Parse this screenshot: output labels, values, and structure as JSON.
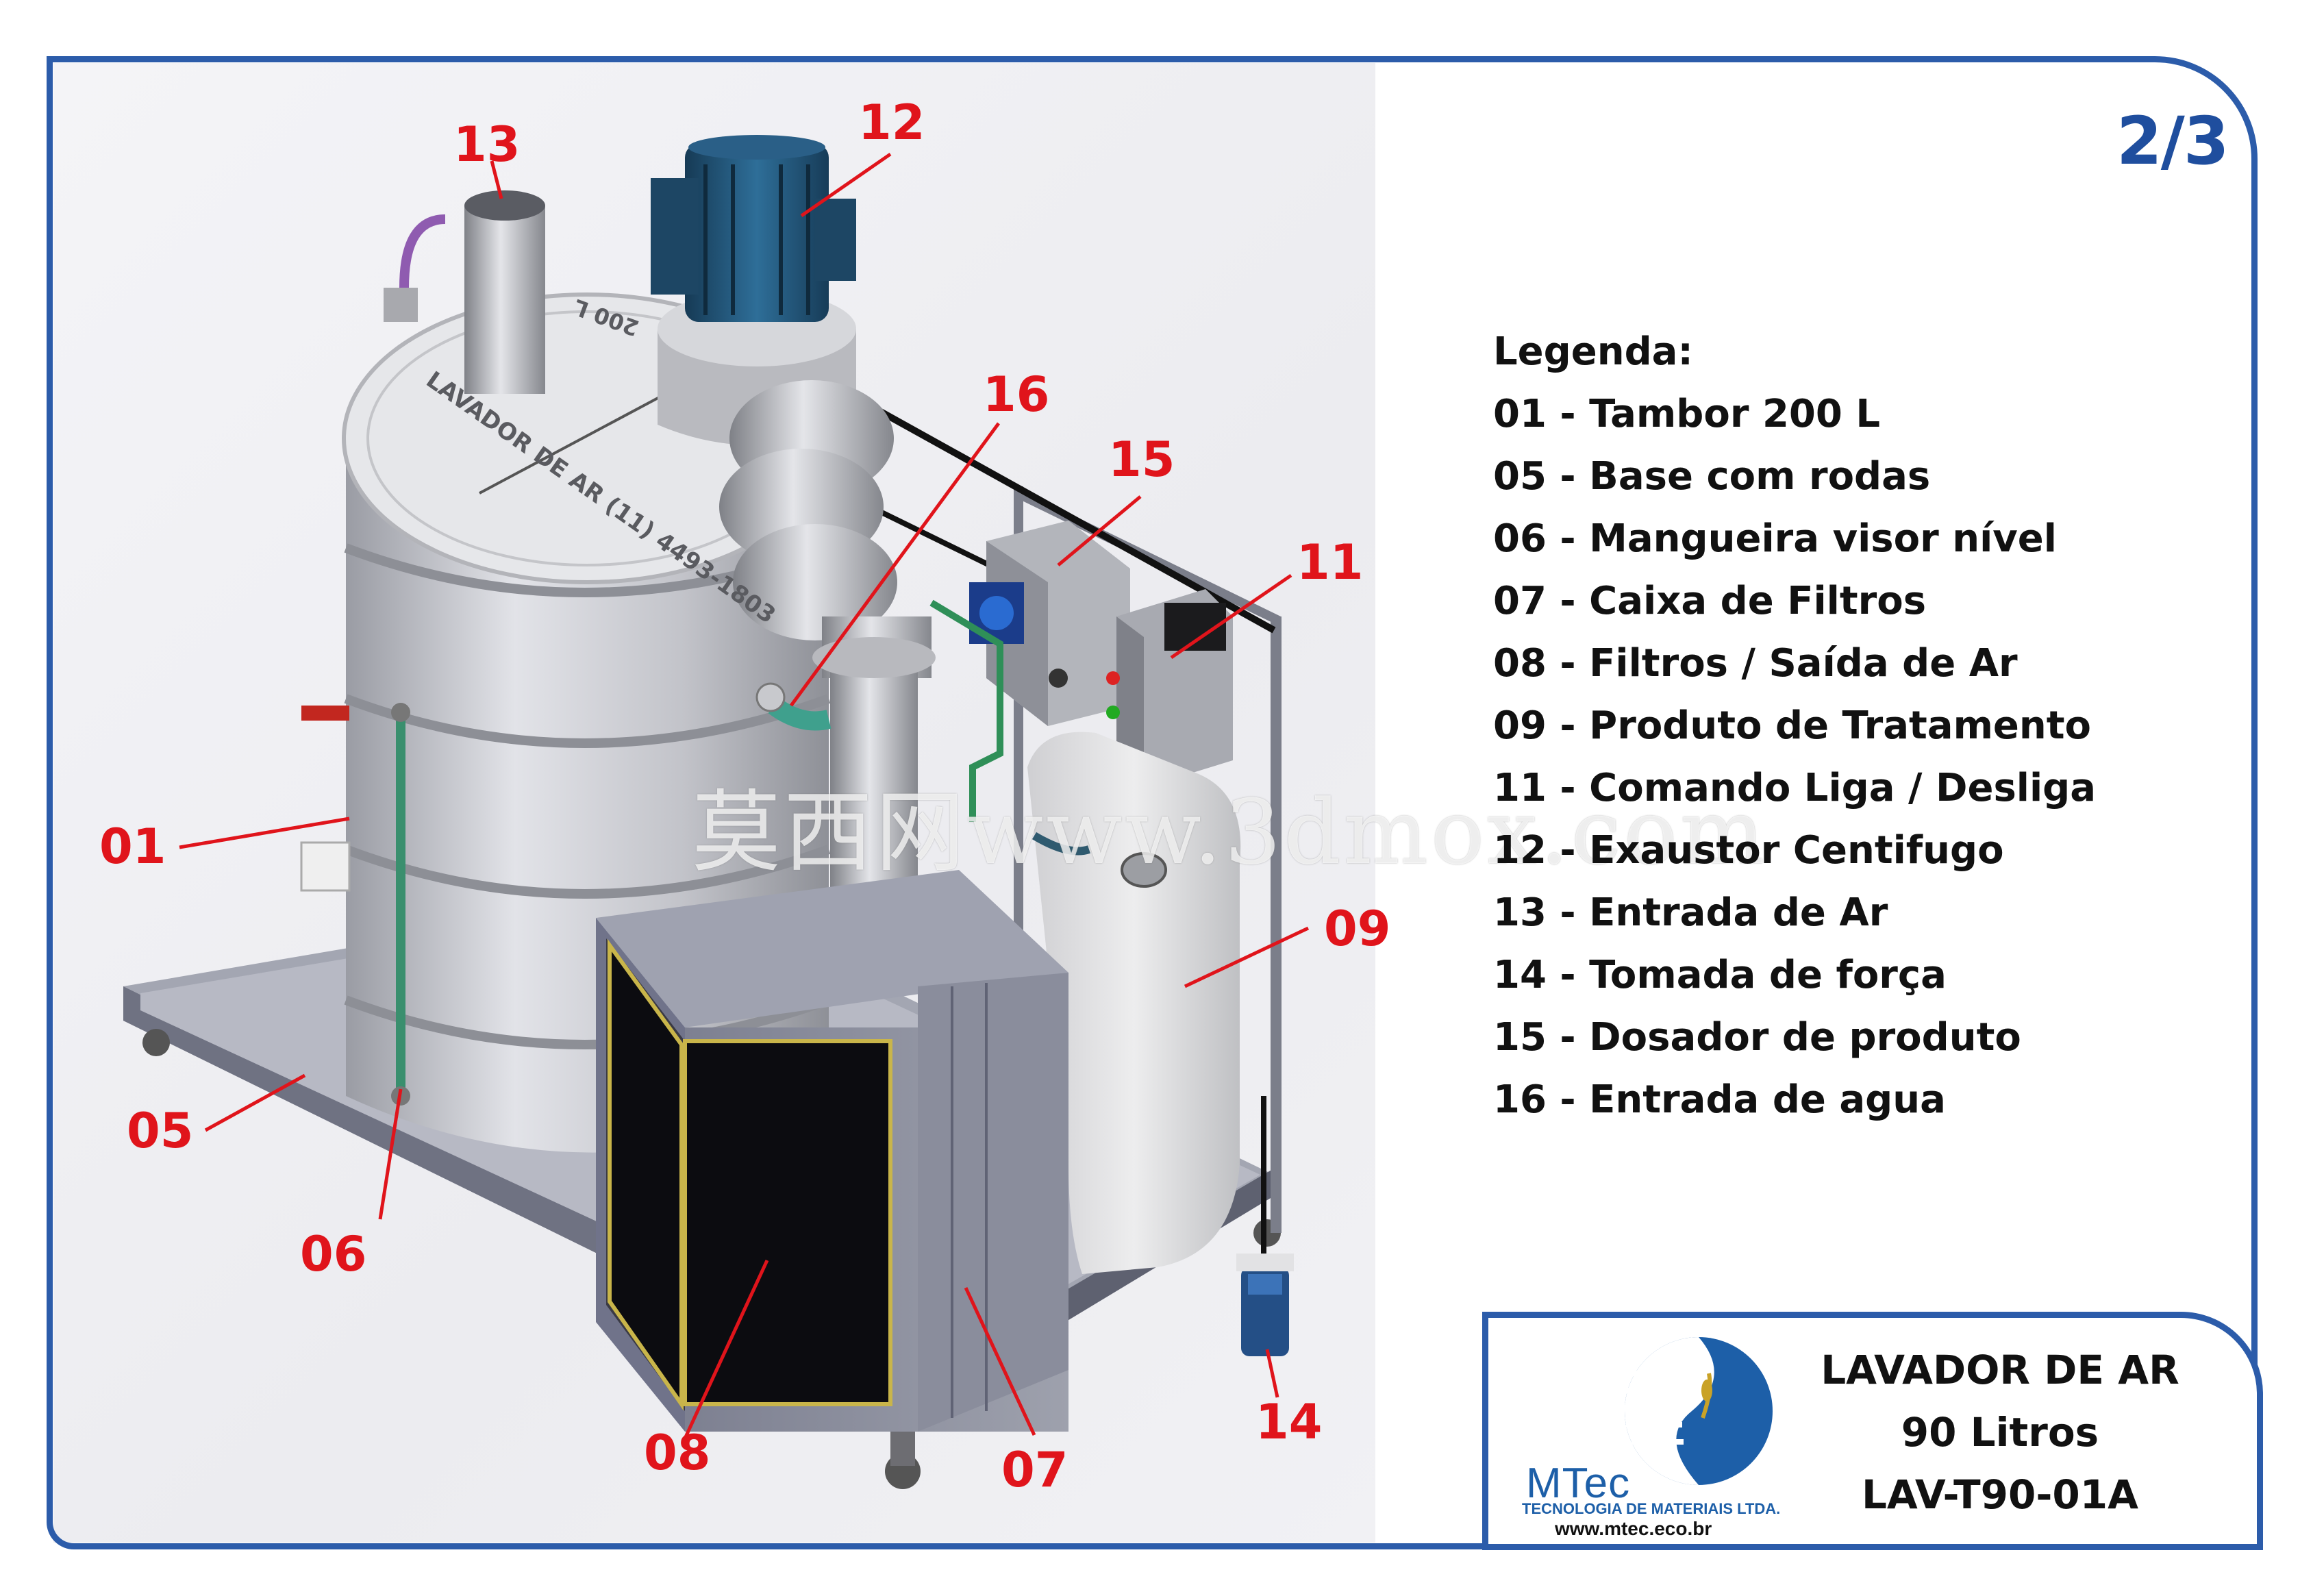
{
  "page_number": "2/3",
  "legend": {
    "title": "Legenda:",
    "items": [
      "01 - Tambor 200 L",
      "05 - Base com rodas",
      "06 - Mangueira visor nível",
      "07 - Caixa de Filtros",
      "08 - Filtros / Saída de Ar",
      "09 - Produto de Tratamento",
      "11 - Comando Liga / Desliga",
      "12 - Exaustor Centifugo",
      "13 - Entrada de Ar",
      "14 - Tomada de força",
      "15 - Dosador de produto",
      "16 - Entrada de agua"
    ]
  },
  "title_block": {
    "line1": "LAVADOR DE AR",
    "line2": "90 Litros",
    "line3": "LAV-T90-01A"
  },
  "logo": {
    "name": "MTec",
    "subtitle": "TECNOLOGIA DE MATERIAIS LTDA.",
    "url": "www.mtec.eco.br"
  },
  "drum_lid_text": "LAVADOR DE AR (11) 4493-1803",
  "drum_lid_text_2": "200 L",
  "watermark": "莫西网www.3dmox.com",
  "callouts": {
    "c01": "01",
    "c05": "05",
    "c06": "06",
    "c07": "07",
    "c08": "08",
    "c09": "09",
    "c11": "11",
    "c12": "12",
    "c13": "13",
    "c14": "14",
    "c15": "15",
    "c16": "16"
  },
  "colors": {
    "frame": "#2c5caa",
    "callout": "#e0141b",
    "page_number": "#1f4e9e",
    "motor": "#1f4f74",
    "filter_box": "#8c8e9c",
    "hose": "#2f8f6f"
  }
}
